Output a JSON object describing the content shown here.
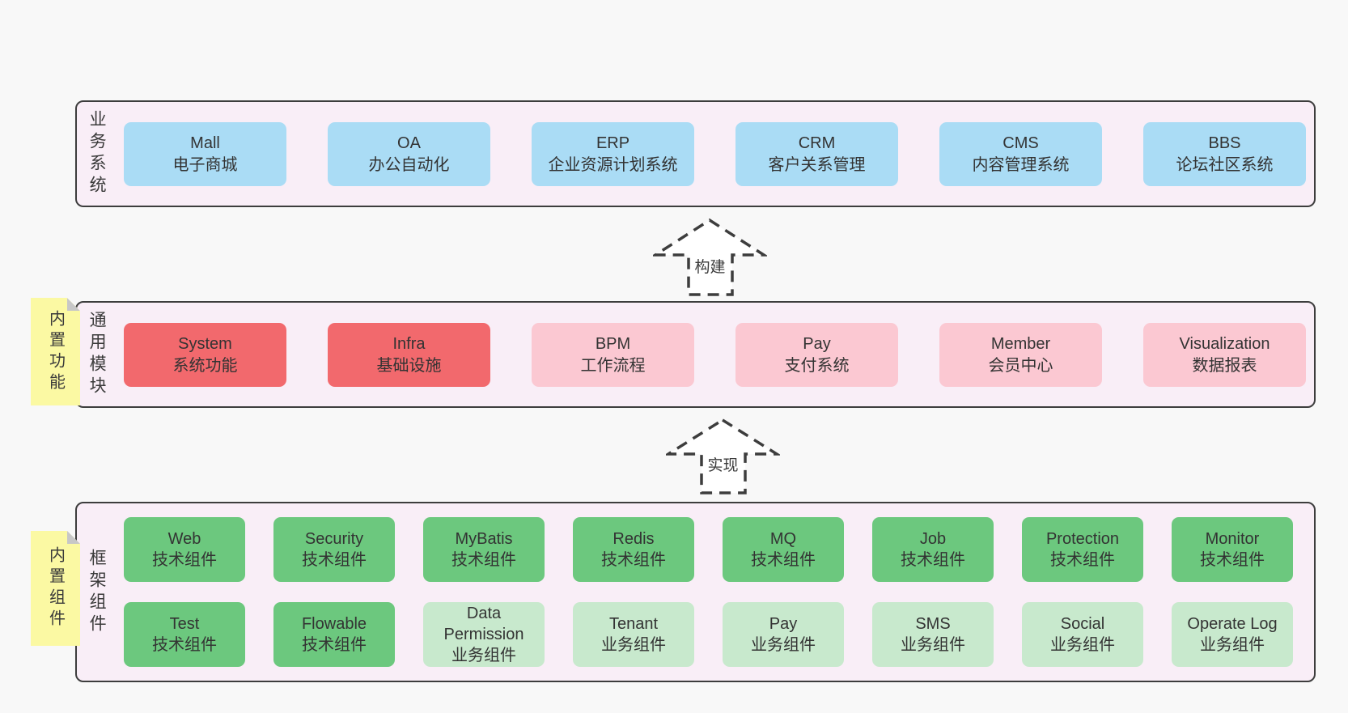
{
  "colors": {
    "page_bg": "#f8f8f8",
    "panel_bg": "#f9eef7",
    "panel_border": "#3d3d3d",
    "blue": "#aadcf5",
    "red": "#f2696d",
    "pink": "#fbc8d2",
    "green": "#6cc87e",
    "green_light": "#c8e9cd",
    "sticky_yellow": "#fbf9a3",
    "text": "#333333"
  },
  "arrows": {
    "build": {
      "label": "构建"
    },
    "implement": {
      "label": "实现"
    }
  },
  "sections": {
    "business": {
      "label": "业务系统",
      "boxes": [
        {
          "en": "Mall",
          "zh": "电子商城"
        },
        {
          "en": "OA",
          "zh": "办公自动化"
        },
        {
          "en": "ERP",
          "zh": "企业资源计划系统"
        },
        {
          "en": "CRM",
          "zh": "客户关系管理"
        },
        {
          "en": "CMS",
          "zh": "内容管理系统"
        },
        {
          "en": "BBS",
          "zh": "论坛社区系统"
        }
      ]
    },
    "modules": {
      "label": "通用模块",
      "sticky": "内置功能",
      "boxes": [
        {
          "en": "System",
          "zh": "系统功能"
        },
        {
          "en": "Infra",
          "zh": "基础设施"
        },
        {
          "en": "BPM",
          "zh": "工作流程"
        },
        {
          "en": "Pay",
          "zh": "支付系统"
        },
        {
          "en": "Member",
          "zh": "会员中心"
        },
        {
          "en": "Visualization",
          "zh": "数据报表"
        }
      ]
    },
    "components": {
      "label": "框架组件",
      "sticky": "内置组件",
      "row1": [
        {
          "en": "Web",
          "zh": "技术组件"
        },
        {
          "en": "Security",
          "zh": "技术组件"
        },
        {
          "en": "MyBatis",
          "zh": "技术组件"
        },
        {
          "en": "Redis",
          "zh": "技术组件"
        },
        {
          "en": "MQ",
          "zh": "技术组件"
        },
        {
          "en": "Job",
          "zh": "技术组件"
        },
        {
          "en": "Protection",
          "zh": "技术组件"
        },
        {
          "en": "Monitor",
          "zh": "技术组件"
        }
      ],
      "row2": [
        {
          "en": "Test",
          "zh": "技术组件"
        },
        {
          "en": "Flowable",
          "zh": "技术组件"
        },
        {
          "en": "Data Permission",
          "zh": "业务组件"
        },
        {
          "en": "Tenant",
          "zh": "业务组件"
        },
        {
          "en": "Pay",
          "zh": "业务组件"
        },
        {
          "en": "SMS",
          "zh": "业务组件"
        },
        {
          "en": "Social",
          "zh": "业务组件"
        },
        {
          "en": "Operate Log",
          "zh": "业务组件"
        }
      ]
    }
  }
}
